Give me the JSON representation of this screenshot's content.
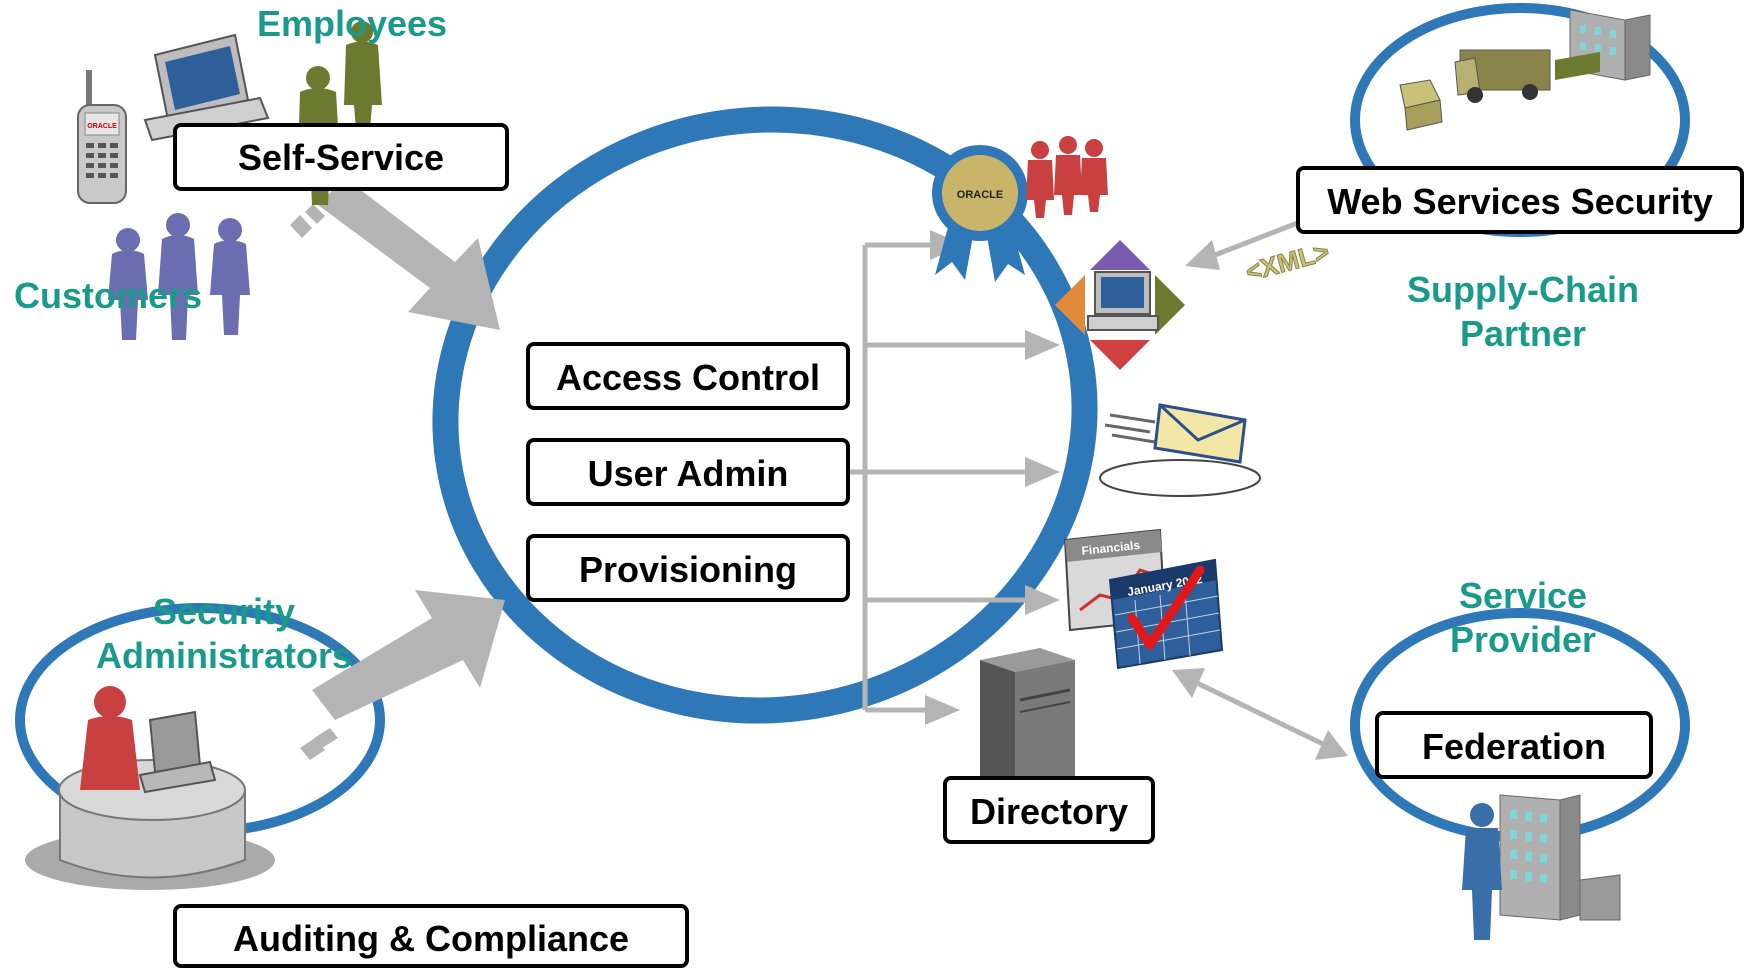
{
  "colors": {
    "accent_blue": "#2e78b8",
    "teal_text": "#1a9a8a",
    "arrow_gray": "#b4b4b4",
    "person_green": "#6b7a2e",
    "person_purple": "#6a6eb0",
    "person_red": "#c84040"
  },
  "groups": {
    "employees": "Employees",
    "customers": "Customers",
    "security_administrators": [
      "Security",
      "Administrators"
    ],
    "supply_chain_partner": [
      "Supply-Chain",
      "Partner"
    ],
    "service_provider": [
      "Service",
      "Provider"
    ]
  },
  "boxes": {
    "self_service": "Self-Service",
    "access_control": "Access Control",
    "user_admin": "User Admin",
    "provisioning": "Provisioning",
    "web_services_security": "Web Services Security",
    "directory": "Directory",
    "federation": "Federation",
    "auditing_compliance": "Auditing & Compliance"
  },
  "icons": {
    "badge_text": "ORACLE",
    "phone_text": "ORACLE",
    "xml_tag": "<XML>",
    "calendar_title": "January 2002",
    "report_title": "Financials"
  }
}
